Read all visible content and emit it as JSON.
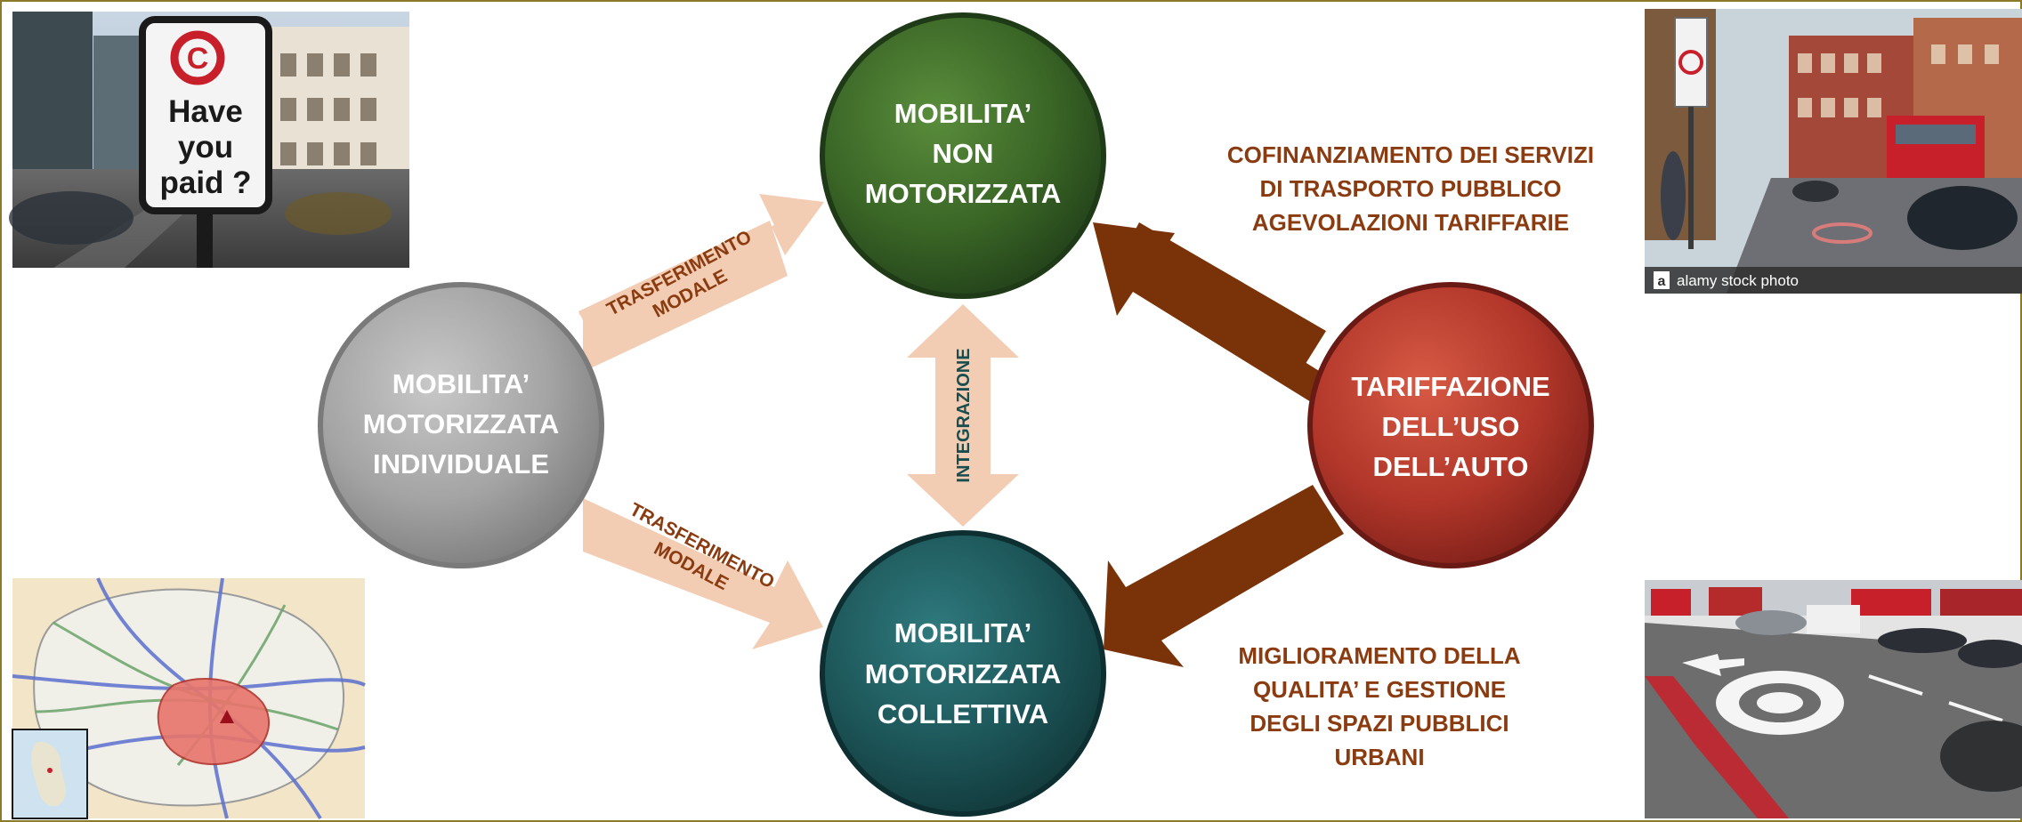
{
  "circles": {
    "non_motorized": {
      "lines": [
        "MOBILITA’",
        "NON",
        "MOTORIZZATA"
      ],
      "color": "#3e6b2a"
    },
    "individual": {
      "lines": [
        "MOBILITA’",
        "MOTORIZZATA",
        "INDIVIDUALE"
      ],
      "color": "#a8a8a8"
    },
    "collective": {
      "lines": [
        "MOBILITA’",
        "MOTORIZZATA",
        "COLLETTIVA"
      ],
      "color": "#1f5a5e"
    },
    "pricing": {
      "lines": [
        "TARIFFAZIONE",
        "DELL’USO",
        "DELL’AUTO"
      ],
      "color": "#b83a2a"
    }
  },
  "arrows": {
    "modal_shift_up": [
      "TRASFERIMENTO",
      "MODALE"
    ],
    "modal_shift_down": [
      "TRASFERIMENTO",
      "MODALE"
    ],
    "integration": "INTEGRAZIONE"
  },
  "annotations": {
    "top_right": [
      "COFINANZIAMENTO DEI SERVIZI",
      "DI TRASPORTO PUBBLICO",
      "AGEVOLAZIONI TARIFFARIE"
    ],
    "bottom_right": [
      "MIGLIORAMENTO DELLA",
      "QUALITA’ E GESTIONE",
      "DEGLI SPAZI PUBBLICI",
      "URBANI"
    ]
  },
  "photos": {
    "sign": {
      "sign_lines": [
        "Have",
        "you",
        "paid ?"
      ],
      "sign_letter": "C"
    },
    "street": {
      "caption": "alamy stock photo",
      "caption_badge": "a"
    }
  },
  "colors": {
    "light_arrow": "#f2cdb4",
    "dark_arrow": "#7a3208",
    "text_brown": "#8a3b10",
    "border": "#8a7a2a"
  }
}
